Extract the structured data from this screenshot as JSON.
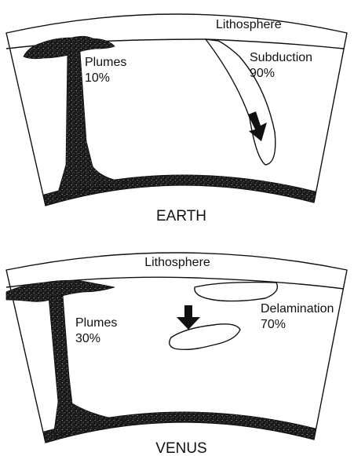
{
  "earth": {
    "lithosphere_label": "Lithosphere",
    "plumes_label": "Plumes",
    "plumes_percent": "10%",
    "subduction_label": "Subduction",
    "subduction_percent": "90%",
    "title": "EARTH"
  },
  "venus": {
    "lithosphere_label": "Lithosphere",
    "plumes_label": "Plumes",
    "plumes_percent": "30%",
    "delamination_label": "Delamination",
    "delamination_percent": "70%",
    "title": "VENUS"
  },
  "colors": {
    "ink": "#111111",
    "background": "#ffffff"
  }
}
